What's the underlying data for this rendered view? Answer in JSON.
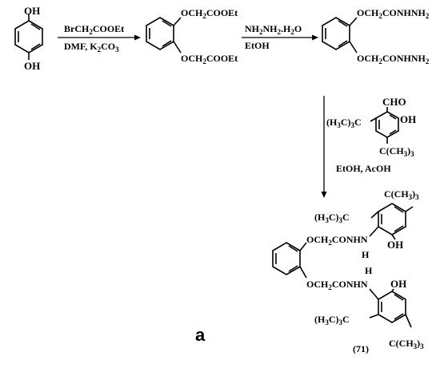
{
  "scheme": {
    "label": "a",
    "compound_number": "(71)"
  },
  "reactant": {
    "oh_top": "OH",
    "oh_bottom": "OH"
  },
  "step1": {
    "reagent_line1": "BrCH2COOEt",
    "reagent_line2": "DMF, K2CO3"
  },
  "intermediate1": {
    "sub_top": "OCH2COOEt",
    "sub_bottom": "OCH2COOEt"
  },
  "step2": {
    "reagent_line1": "NH2NH2.H2O",
    "reagent_line2": "EtOH"
  },
  "intermediate2": {
    "sub_top": "OCH2CONHNH2",
    "sub_bottom": "OCH2CONHNH2"
  },
  "step3": {
    "aldehyde_cho": "CHO",
    "aldehyde_oh": "OH",
    "aldehyde_tbu_left": "(H3C)3C",
    "aldehyde_tbu_right": "C(CH3)3",
    "conditions": "EtOH, AcOH"
  },
  "product": {
    "upper_tbu_right": "C(CH3)3",
    "upper_tbu_left": "(H3C)3C",
    "upper_oh": "OH",
    "upper_nh_h": "H",
    "linker_top": "OCH2CONHN",
    "linker_bottom": "OCH2CONHN",
    "lower_nh_h": "H",
    "lower_oh": "OH",
    "lower_tbu_left": "(H3C)3C",
    "lower_tbu_right": "C(CH3)3"
  }
}
